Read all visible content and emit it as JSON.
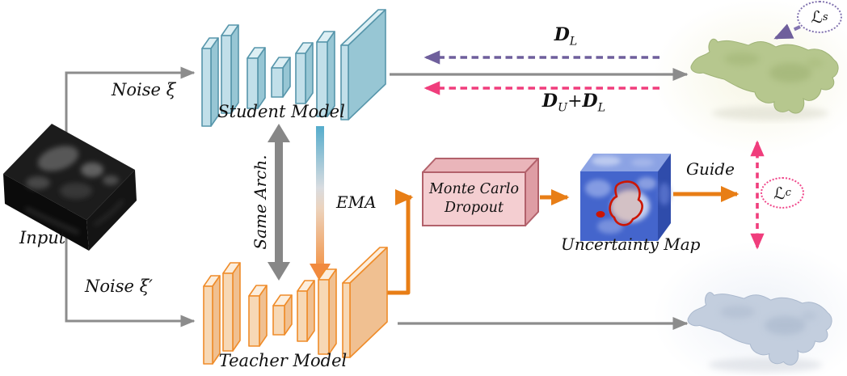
{
  "labels": {
    "input": "Input",
    "noise_student": "Noise ξ",
    "noise_teacher": "Noise ξ′",
    "student_model": "Student Model",
    "teacher_model": "Teacher Model",
    "same_arch": "Same Arch.",
    "ema": "EMA",
    "monte_carlo_line1": "Monte Carlo",
    "monte_carlo_line2": "Dropout",
    "uncertainty_map": "Uncertainty Map",
    "guide": "Guide"
  },
  "flows": {
    "dl": {
      "base": "D",
      "sub": "L"
    },
    "dudl": {
      "base1": "D",
      "sub1": "U",
      "plus": "+",
      "base2": "D",
      "sub2": "L"
    }
  },
  "losses": {
    "supervised": {
      "base": "ℒ",
      "sub": "s"
    },
    "consistency": {
      "base": "ℒ",
      "sub": "c"
    }
  },
  "colors": {
    "student_block": "#c1dfe9",
    "student_edge": "#5796ab",
    "teacher_block": "#f7d8b5",
    "teacher_edge": "#ef8c2a",
    "gray_arrow": "#8c8c8c",
    "orange_arrow": "#e87e16",
    "purple_dashed": "#6f5f9c",
    "pink_dashed": "#f03d7c",
    "mc_box": "#f4ced1",
    "mc_box_edge": "#b2616b",
    "uncertainty_blue": "#4465cc",
    "uncertainty_contour": "#cc1502",
    "student_mesh_green": "#b6c78e",
    "teacher_mesh_blue": "#c3cede"
  }
}
